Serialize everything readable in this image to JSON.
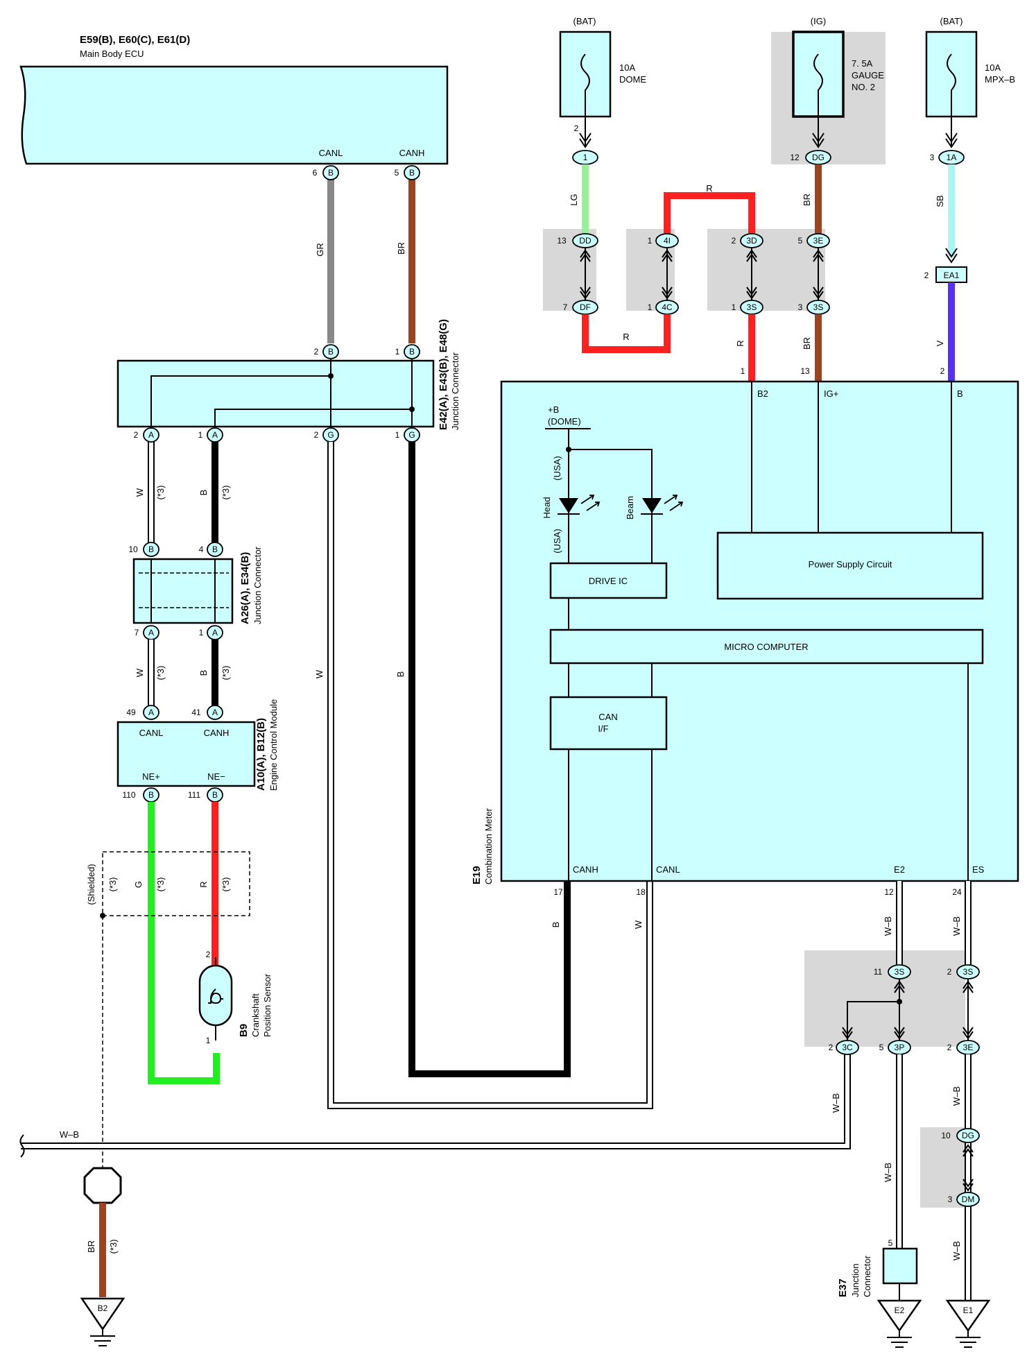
{
  "colors": {
    "box_fill": "#ccffff",
    "shade": "#d8d8d8",
    "LG": "#99ee99",
    "R": "#ff2020",
    "BR": "#994422",
    "SB": "#aaf4f4",
    "V": "#5533ee",
    "GR": "#888888",
    "B": "#000000",
    "G": "#22ee22",
    "W": "#ffffff"
  },
  "components": {
    "main_body_ecu": {
      "id": "E59(B), E60(C), E61(D)",
      "name": "Main Body ECU",
      "canl": "CANL",
      "canh": "CANH"
    },
    "junction_e42": {
      "id": "E42(A), E43(B), E48(G)",
      "name": "Junction Connector"
    },
    "junction_a26": {
      "id": "A26(A), E34(B)",
      "name": "Junction Connector"
    },
    "ecm": {
      "id": "A10(A), B12(B)",
      "name": "Engine Control Module",
      "canl": "CANL",
      "canh": "CANH",
      "nep": "NE+",
      "nem": "NE−"
    },
    "crank_sensor": {
      "id": "B9",
      "name1": "Crankshaft",
      "name2": "Position Sensor"
    },
    "combination_meter": {
      "id": "E19",
      "name": "Combination Meter",
      "b2": "B2",
      "igp": "IG+",
      "b": "B",
      "canh": "CANH",
      "canl": "CANL",
      "e2": "E2",
      "es": "ES"
    },
    "junction_e37": {
      "id": "E37",
      "name1": "Junction",
      "name2": "Connector"
    }
  },
  "meter_inner": {
    "dome": "+B",
    "dome2": "(DOME)",
    "usa": "(USA)",
    "head": "Head",
    "beam": "Beam",
    "drive_ic": "DRIVE IC",
    "power_supply": "Power Supply Circuit",
    "micro": "MICRO COMPUTER",
    "can1": "CAN",
    "can2": "I/F"
  },
  "fuses": {
    "dome": {
      "source": "(BAT)",
      "amp": "10A",
      "name": "DOME"
    },
    "gauge": {
      "source": "(IG)",
      "amp": "7. 5A",
      "name": "GAUGE",
      "name2": "NO. 2"
    },
    "mpx": {
      "source": "(BAT)",
      "amp": "10A",
      "name": "MPX–B"
    }
  },
  "connectors": {
    "c1": "1",
    "dd": "DD",
    "df": "DF",
    "i4": "4I",
    "c4c": "4C",
    "d3": "3D",
    "s3a": "3S",
    "e3a": "3E",
    "s3b": "3S",
    "dga": "DG",
    "a1": "1A",
    "ea1": "EA1",
    "b_letter": "B",
    "a_letter": "A",
    "g_letter": "G",
    "s3c": "3S",
    "s3d": "3S",
    "c3": "3C",
    "p3": "3P",
    "e3b": "3E",
    "dgb": "DG",
    "dm": "DM"
  },
  "pins": {
    "p2": "2",
    "p12": "12",
    "p3": "3",
    "p13": "13",
    "p7": "7",
    "p1": "1",
    "p5": "5",
    "p6": "6",
    "p10": "10",
    "p4": "4",
    "p49": "49",
    "p41": "41",
    "p110": "110",
    "p111": "111",
    "p17": "17",
    "p18": "18",
    "p24": "24",
    "p11": "11"
  },
  "wires": {
    "lg": "LG",
    "r": "R",
    "br": "BR",
    "sb": "SB",
    "v": "V",
    "gr": "GR",
    "b": "B",
    "w": "W",
    "g": "G",
    "wb": "W–B",
    "star3": "(*3)",
    "shielded": "(Shielded)"
  },
  "grounds": {
    "b2": "B2",
    "e2": "E2",
    "e1": "E1"
  }
}
